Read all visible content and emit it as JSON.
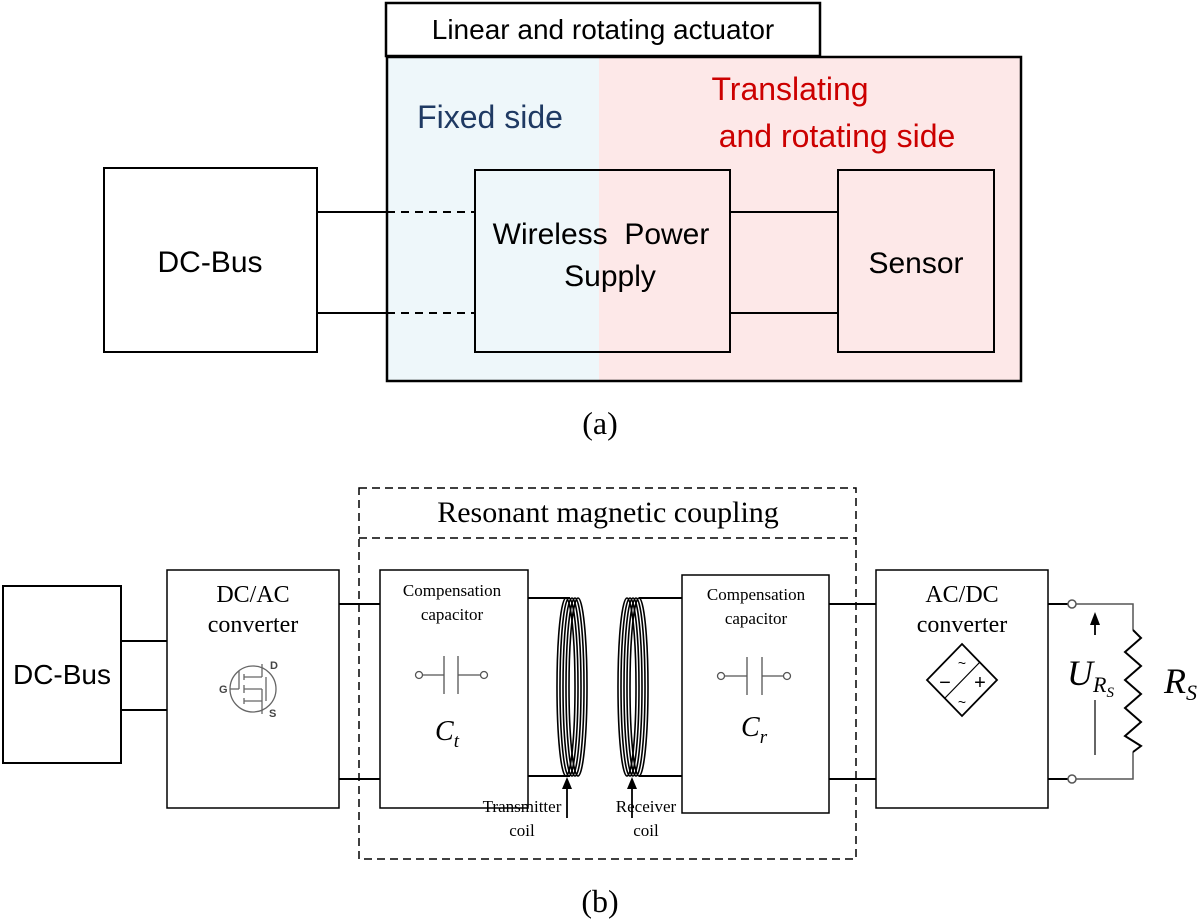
{
  "colors": {
    "fixed_fill": "#eef7fa",
    "rotating_fill": "#fde8e8",
    "fixed_text": "#1f3a63",
    "rotating_text": "#cc0000",
    "stroke": "#000000"
  },
  "panel_a": {
    "caption": "(a)",
    "actuator_title": "Linear and rotating actuator",
    "fixed_label": "Fixed side",
    "rotating_label_line1": "Translating",
    "rotating_label_line2": "and rotating side",
    "dc_bus": "DC-Bus",
    "wps_line1": "Wireless  Power",
    "wps_line2": "Supply",
    "sensor": "Sensor"
  },
  "panel_b": {
    "caption": "(b)",
    "coupling_title": "Resonant magnetic coupling",
    "dc_bus": "DC-Bus",
    "dcac_line1": "DC/AC",
    "dcac_line2": "converter",
    "mosfet_d": "D",
    "mosfet_g": "G",
    "mosfet_s": "S",
    "comp_t_line1": "Compensation",
    "comp_t_line2": "capacitor",
    "ct_symbol": "C",
    "ct_sub": "t",
    "comp_r_line1": "Compensation",
    "comp_r_line2": "capacitor",
    "cr_symbol": "C",
    "cr_sub": "r",
    "tx_line1": "Transmitter",
    "tx_line2": "coil",
    "rx_line1": "Receiver",
    "rx_line2": "coil",
    "acdc_line1": "AC/DC",
    "acdc_line2": "converter",
    "rect_minus": "−",
    "rect_plus": "+",
    "rect_tilde": "~",
    "u_symbol": "U",
    "u_sub": "R",
    "u_subsub": "S",
    "r_symbol": "R",
    "r_sub": "S"
  }
}
